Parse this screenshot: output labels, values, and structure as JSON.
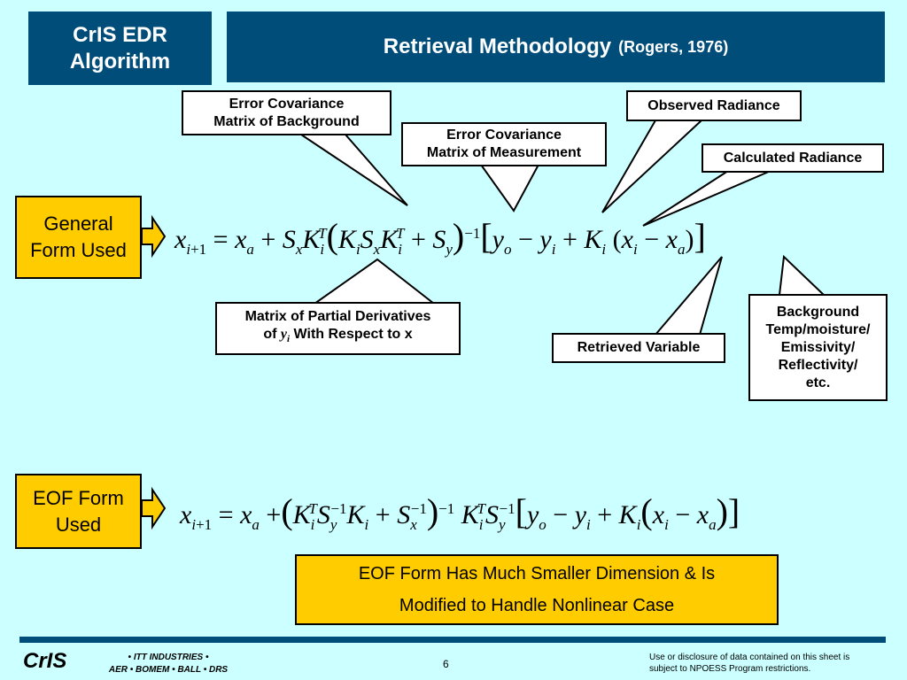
{
  "header": {
    "left_line1": "CrIS EDR",
    "left_line2": "Algorithm",
    "title": "Retrieval Methodology",
    "title_ref": "(Rogers, 1976)"
  },
  "callouts": {
    "err_cov_background_l1": "Error Covariance",
    "err_cov_background_l2": "Matrix of Background",
    "err_cov_measurement_l1": "Error Covariance",
    "err_cov_measurement_l2": "Matrix of Measurement",
    "observed_radiance": "Observed Radiance",
    "calculated_radiance": "Calculated Radiance",
    "partial_derivatives_l1": "Matrix of Partial Derivatives",
    "partial_derivatives_l2_pre": "of",
    "partial_derivatives_l2_var": "y",
    "partial_derivatives_l2_sub": "i",
    "partial_derivatives_l2_post": "With Respect to x",
    "retrieved_variable": "Retrieved Variable",
    "background_l1": "Background",
    "background_l2": "Temp/moisture/",
    "background_l3": "Emissivity/",
    "background_l4": "Reflectivity/",
    "background_l5": "etc."
  },
  "labels": {
    "general_l1": "General",
    "general_l2": "Form Used",
    "eof_l1": "EOF Form",
    "eof_l2": "Used"
  },
  "note": {
    "line1": "EOF Form Has Much Smaller Dimension & Is",
    "line2": "Modified to Handle Nonlinear Case"
  },
  "footer": {
    "logo": "CrIS",
    "companies_l1": "• ITT INDUSTRIES •",
    "companies_l2": "AER • BOMEM • BALL • DRS",
    "page": "6",
    "legal_l1": "Use or disclosure of data contained on this sheet is",
    "legal_l2": "subject to NPOESS Program restrictions."
  }
}
